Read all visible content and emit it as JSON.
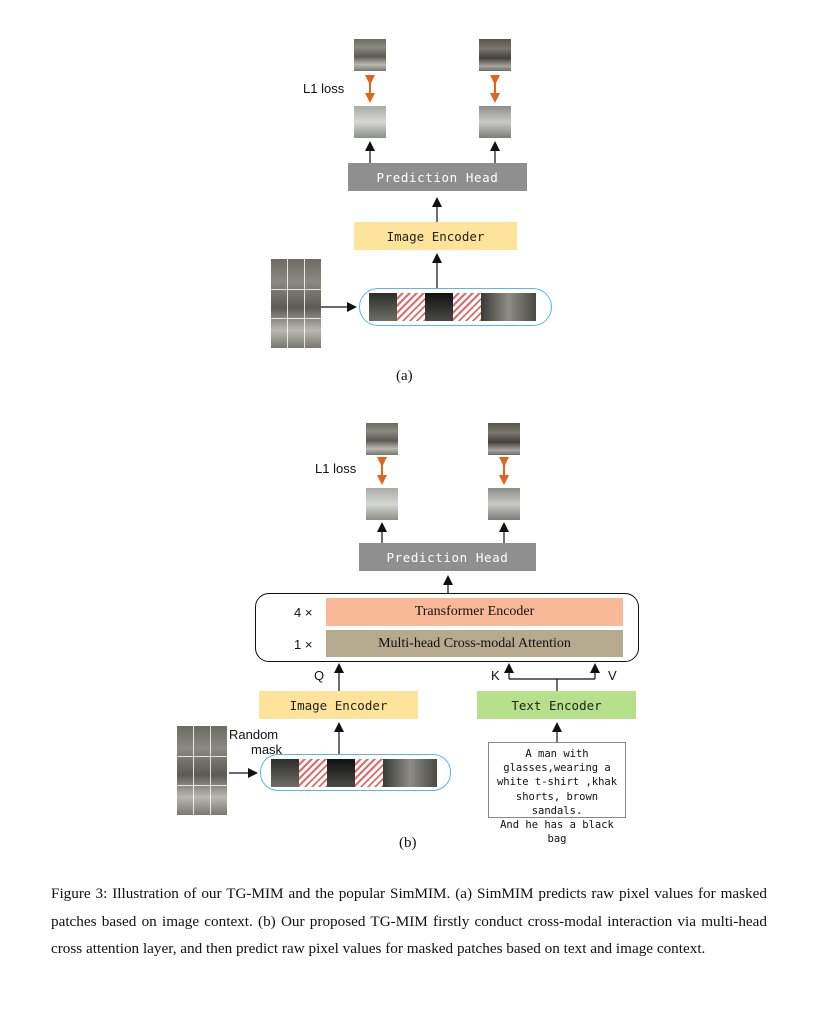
{
  "figure": {
    "a": {
      "l1_loss": "L1 loss",
      "prediction_head": "Prediction Head",
      "image_encoder": "Image Encoder",
      "sublabel": "(a)"
    },
    "b": {
      "l1_loss": "L1 loss",
      "prediction_head": "Prediction Head",
      "transformer_multiplier": "4 ×",
      "transformer_encoder": "Transformer Encoder",
      "attention_multiplier": "1 ×",
      "cross_modal_attention": "Multi-head Cross-modal Attention",
      "q_label": "Q",
      "k_label": "K",
      "v_label": "V",
      "image_encoder": "Image Encoder",
      "text_encoder": "Text Encoder",
      "random_mask_line1": "Random",
      "random_mask_line2": "mask",
      "text_input_lines": [
        "A man with",
        "glasses,wearing a",
        "white t-shirt ,khak",
        "shorts, brown sandals.",
        "And he has a black bag"
      ],
      "sublabel": "(b)"
    },
    "colors": {
      "loss_arrow": "#e0641c",
      "prediction_head": "#8f8f8f",
      "image_encoder": "#fde49a",
      "text_encoder": "#b6e08b",
      "transformer_encoder": "#f9b897",
      "cross_modal_attention": "#b5a98e",
      "patch_outline": "#5bb8e0"
    }
  },
  "caption": "Figure 3: Illustration of our TG-MIM and the popular SimMIM. (a) SimMIM predicts raw pixel values for masked patches based on image context. (b) Our proposed TG-MIM firstly conduct cross-modal interaction via multi-head cross attention layer, and then predict raw pixel values for masked patches based on text and image context."
}
